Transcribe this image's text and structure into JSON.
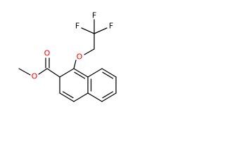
{
  "molecule": {
    "atoms": {
      "F1": {
        "symbol": "F",
        "color": "#000000"
      },
      "F2": {
        "symbol": "F",
        "color": "#000000"
      },
      "F3": {
        "symbol": "F",
        "color": "#000000"
      },
      "O_ether": {
        "symbol": "O",
        "color": "#ff0000"
      },
      "O_carbonyl": {
        "symbol": "O",
        "color": "#ff0000"
      },
      "O_ester": {
        "symbol": "O",
        "color": "#ff0000"
      }
    },
    "bond_color": "#000000",
    "background": "#ffffff"
  }
}
